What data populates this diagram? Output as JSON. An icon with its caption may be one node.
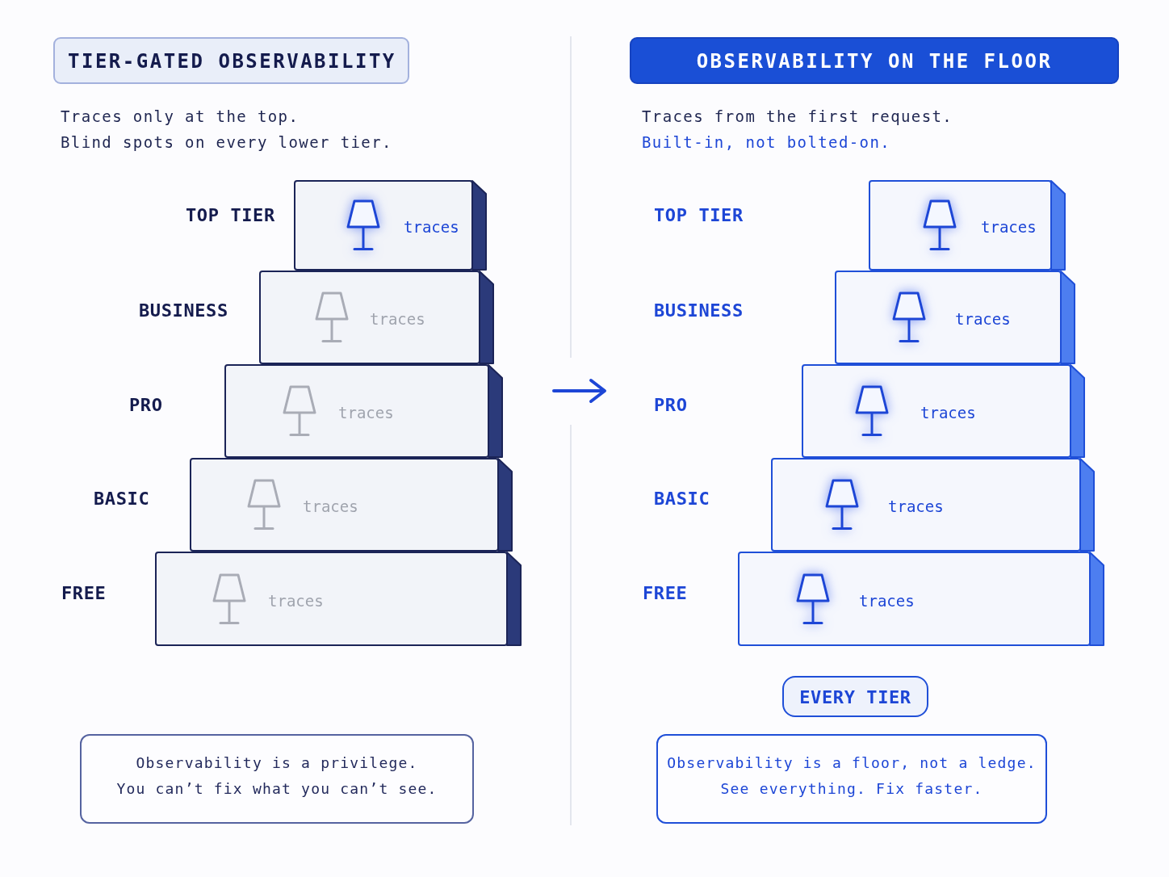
{
  "diagram": {
    "nodes": [
      {
        "text": [
          "TIER-GATED OBSERVABILITY"
        ]
      },
      {
        "text": [
          "traces"
        ],
        "beside": [
          "TOP TIER"
        ]
      },
      {
        "text": [
          "traces"
        ],
        "beside": [
          "BUSINESS"
        ]
      },
      {
        "text": [
          "traces"
        ],
        "beside": [
          "PRO"
        ]
      },
      {
        "text": [
          "traces"
        ],
        "beside": [
          "BASIC"
        ]
      },
      {
        "text": [
          "traces"
        ],
        "beside": [
          "FREE"
        ]
      },
      {
        "text": [
          "Observability is a privilege.",
          "You can’t fix what you can’t see."
        ]
      },
      {
        "text": [
          "OBSERVABILITY ON THE FLOOR"
        ]
      },
      {
        "text": [
          "traces"
        ]
      },
      {
        "text": [
          "traces"
        ]
      },
      {
        "text": [
          "traces"
        ]
      },
      {
        "text": [
          "traces"
        ]
      },
      {
        "text": [
          "traces"
        ]
      },
      {
        "text": [
          "EVERY TIER"
        ]
      },
      {
        "text": [
          "Observability is a floor, not a ledge.",
          "See everything. Fix faster."
        ]
      }
    ],
    "labels": [
      "Traces only at the top.",
      "Blind spots on every lower tier.",
      "Traces from the first request.",
      "Built-in, not bolted-on.",
      "TOP TIER",
      "BUSINESS",
      "PRO",
      "BASIC",
      "FREE"
    ]
  }
}
